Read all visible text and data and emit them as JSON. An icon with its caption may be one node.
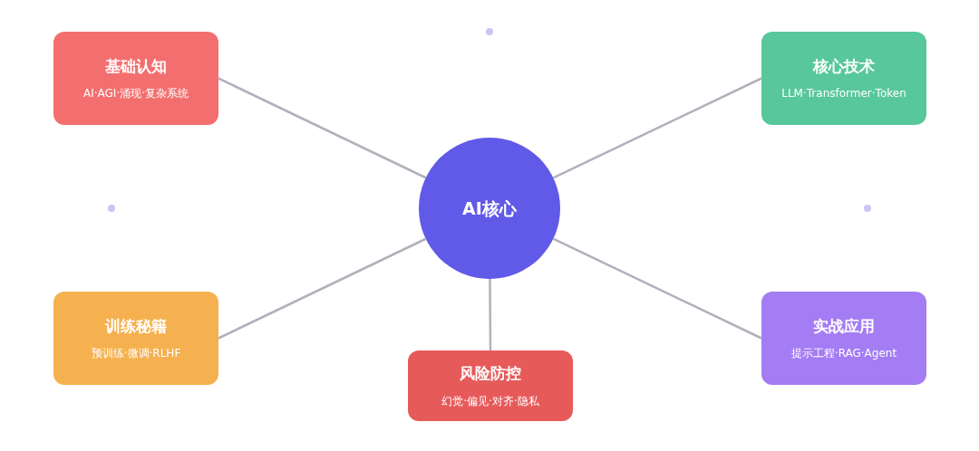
{
  "diagram": {
    "nodes": [
      {
        "text": [
          "AI核心"
        ]
      },
      {
        "text": [
          "基础认知",
          "AI·AGI·涌现·复杂系统"
        ]
      },
      {
        "text": [
          "核心技术",
          "LLM·Transformer·Token"
        ]
      },
      {
        "text": [
          "训练秘籍",
          "预训练·微调·RLHF"
        ]
      },
      {
        "text": [
          "风险防控",
          "幻觉·偏见·对齐·隐私"
        ]
      },
      {
        "text": [
          "实战应用",
          "提示工程·RAG·Agent"
        ]
      }
    ],
    "edges": [
      {
        "from": 1,
        "to": 0,
        "arrow": "none"
      },
      {
        "from": 2,
        "to": 0,
        "arrow": "none"
      },
      {
        "from": 3,
        "to": 0,
        "arrow": "none"
      },
      {
        "from": 4,
        "to": 0,
        "arrow": "none"
      },
      {
        "from": 5,
        "to": 0,
        "arrow": "none"
      }
    ]
  }
}
